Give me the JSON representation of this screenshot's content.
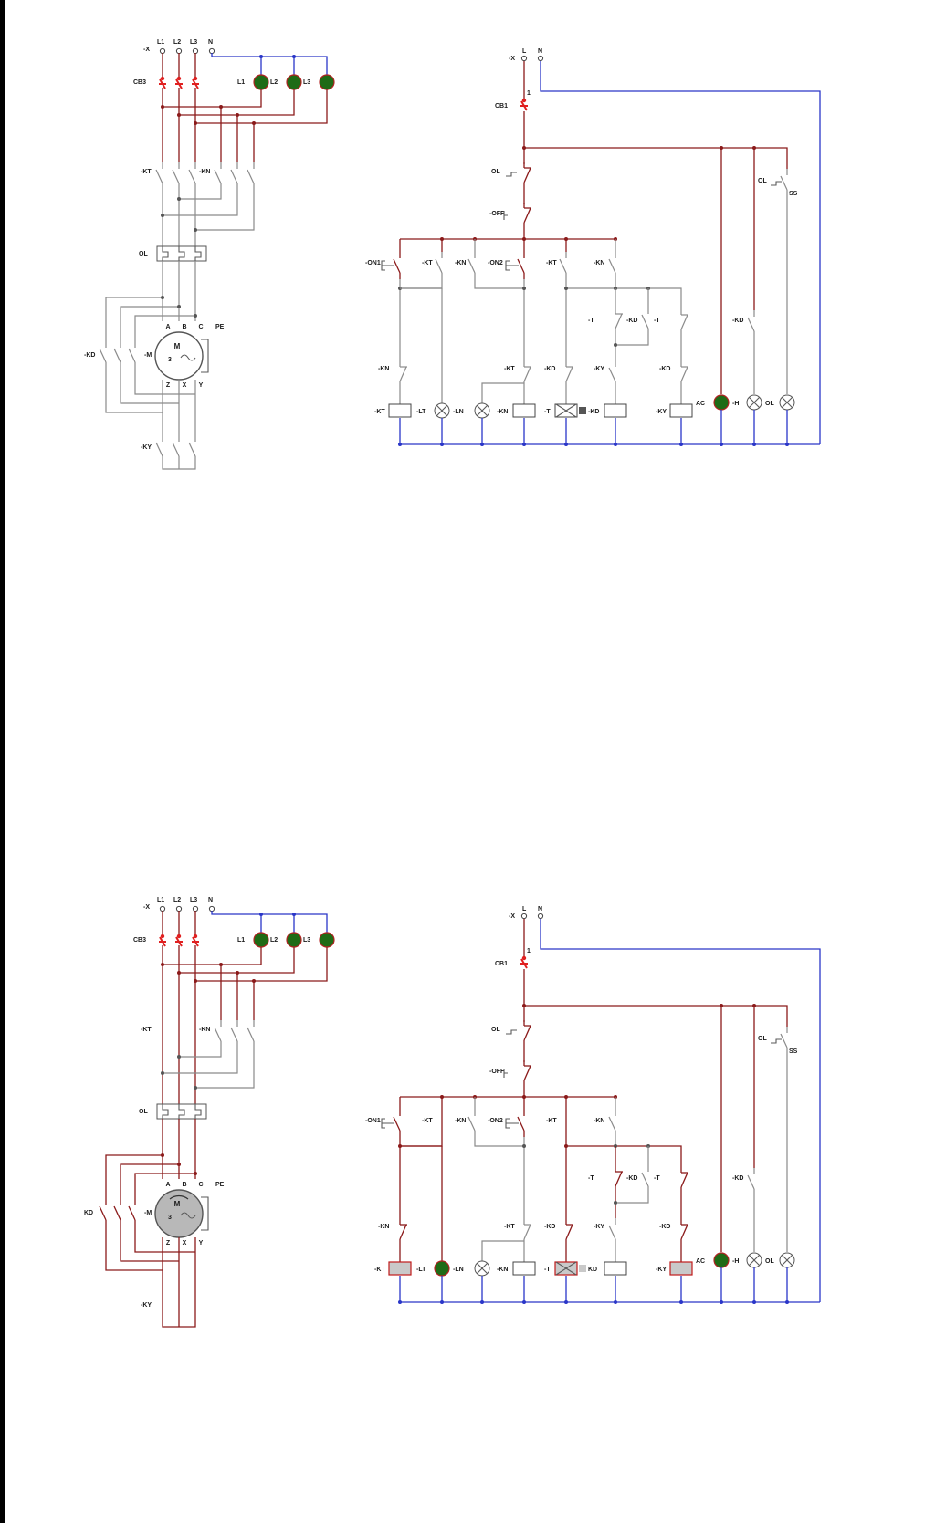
{
  "colors": {
    "wire_energized": "#8b1a1a",
    "wire_idle": "#8a8a8a",
    "neutral": "#2a36c8",
    "lamp_on": "#1f6b16",
    "breaker": "#e02020",
    "background": "#000000"
  },
  "panels": [
    {
      "name": "off",
      "power": {
        "x": "-X",
        "l1": "L1",
        "l2": "L2",
        "l3": "L3",
        "n": "N",
        "breaker": "CB3",
        "lamps": [
          "L1",
          "L2",
          "L3"
        ],
        "kt": "-KT",
        "kn": "-KN",
        "ol": "OL",
        "kd": "-KD",
        "m": "-M",
        "ky": "-KY",
        "motor": {
          "m": "M",
          "three": "3",
          "a": "A",
          "b": "B",
          "c": "C",
          "pe": "PE",
          "z": "Z",
          "x": "X",
          "y": "Y"
        }
      },
      "control": {
        "x": "-X",
        "l": "L",
        "n": "N",
        "cb": "CB1",
        "one": "1",
        "ol1": "OL",
        "ol2": "OL",
        "ss": "SS",
        "off": "-OFF",
        "on1": "-ON1",
        "kt1": "-KT",
        "kn1": "-KN",
        "on2": "-ON2",
        "kt2": "-KT",
        "kn2": "-KN",
        "t1": "-T",
        "kd1": "-KD",
        "t2": "-T",
        "kd2": "-KD",
        "kn3": "-KN",
        "kt3": "-KT",
        "kd3": "-KD",
        "ky3": "-KY",
        "kd4": "-KD",
        "coil_kt": "-KT",
        "lamp_lt": "-LT",
        "lamp_ln": "-LN",
        "coil_kn": "-KN",
        "coil_t": "-T",
        "coil_kd": "-KD",
        "coil_ky": "-KY",
        "ac": "AC",
        "lamp_h": "-H",
        "lamp_ol": "OL"
      }
    },
    {
      "name": "running",
      "power": {
        "x": "-X",
        "l1": "L1",
        "l2": "L2",
        "l3": "L3",
        "n": "N",
        "breaker": "CB3",
        "lamps": [
          "L1",
          "L2",
          "L3"
        ],
        "kt": "-KT",
        "kn": "-KN",
        "ol": "OL",
        "kd": "KD",
        "m": "-M",
        "ky": "-KY",
        "motor": {
          "m": "M",
          "three": "3",
          "a": "A",
          "b": "B",
          "c": "C",
          "pe": "PE",
          "z": "Z",
          "x": "X",
          "y": "Y"
        }
      },
      "control": {
        "x": "-X",
        "l": "L",
        "n": "N",
        "cb": "CB1",
        "one": "1",
        "ol1": "OL",
        "ol2": "OL",
        "ss": "SS",
        "off": "-OFF",
        "on1": "-ON1",
        "kt1": "-KT",
        "kn1": "-KN",
        "on2": "-ON2",
        "kt2": "-KT",
        "kn2": "-KN",
        "t1": "-T",
        "kd1": "-KD",
        "t2": "-T",
        "kd2": "-KD",
        "kn3": "-KN",
        "kt3": "-KT",
        "kd3": "-KD",
        "ky3": "-KY",
        "kd4": "-KD",
        "coil_kt": "-KT",
        "lamp_lt": "-LT",
        "lamp_ln": "-LN",
        "coil_kn": "-KN",
        "coil_t": "-T",
        "coil_kd": "KD",
        "coil_ky": "-KY",
        "ac": "AC",
        "lamp_h": "-H",
        "lamp_ol": "OL"
      }
    }
  ]
}
